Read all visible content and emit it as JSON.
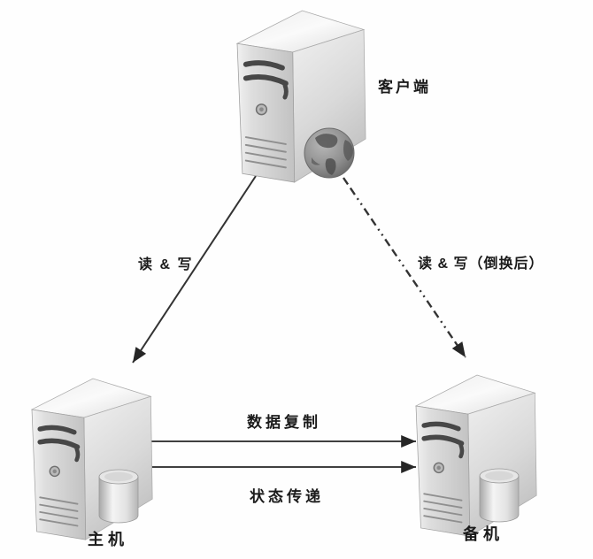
{
  "diagram": {
    "nodes": {
      "client": {
        "label": "客户端",
        "icon": "server-tower-globe-icon"
      },
      "primary": {
        "label": "主机",
        "icon": "server-tower-database-icon"
      },
      "backup": {
        "label": "备机",
        "icon": "server-tower-database-icon"
      }
    },
    "edges": {
      "client_to_primary": {
        "label": "读 & 写",
        "style": "solid-arrow",
        "from": "client",
        "to": "primary"
      },
      "client_to_backup": {
        "label": "读 & 写（倒换后）",
        "style": "dash-dot-arrow",
        "from": "client",
        "to": "backup"
      },
      "primary_to_backup_data": {
        "label": "数据复制",
        "style": "solid-arrow",
        "from": "primary",
        "to": "backup"
      },
      "primary_to_backup_state": {
        "label": "状态传递",
        "style": "solid-arrow",
        "from": "primary",
        "to": "backup"
      }
    },
    "colors": {
      "line": "#2e2e2e",
      "text": "#1b1b1b",
      "background": "#ffffff"
    }
  }
}
